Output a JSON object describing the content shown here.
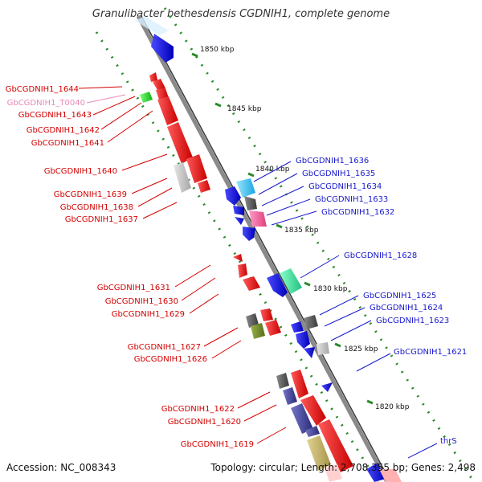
{
  "title": "Granulibacter bethesdensis CGDNIH1, complete genome",
  "footer": {
    "accession": "Accession: NC_008343",
    "topology": "Topology: circular; Length: 2,708,355 bp; Genes: 2,498"
  },
  "scale_labels": [
    "1850 kbp",
    "1845 kbp",
    "1840 kbp",
    "1835 kbp",
    "1830 kbp",
    "1825 kbp",
    "1820 kbp"
  ],
  "left_labels": [
    {
      "text": "GbCGDNIH1_1644",
      "color": "#d40000"
    },
    {
      "text": "GbCGDNIH1_T0040",
      "color": "#e88ab8"
    },
    {
      "text": "GbCGDNIH1_1643",
      "color": "#d40000"
    },
    {
      "text": "GbCGDNIH1_1642",
      "color": "#d40000"
    },
    {
      "text": "GbCGDNIH1_1641",
      "color": "#d40000"
    },
    {
      "text": "GbCGDNIH1_1640",
      "color": "#d40000"
    },
    {
      "text": "GbCGDNIH1_1639",
      "color": "#d40000"
    },
    {
      "text": "GbCGDNIH1_1638",
      "color": "#d40000"
    },
    {
      "text": "GbCGDNIH1_1637",
      "color": "#d40000"
    },
    {
      "text": "GbCGDNIH1_1631",
      "color": "#d40000"
    },
    {
      "text": "GbCGDNIH1_1630",
      "color": "#d40000"
    },
    {
      "text": "GbCGDNIH1_1629",
      "color": "#d40000"
    },
    {
      "text": "GbCGDNIH1_1627",
      "color": "#d40000"
    },
    {
      "text": "GbCGDNIH1_1626",
      "color": "#d40000"
    },
    {
      "text": "GbCGDNIH1_1622",
      "color": "#d40000"
    },
    {
      "text": "GbCGDNIH1_1620",
      "color": "#d40000"
    },
    {
      "text": "GbCGDNIH1_1619",
      "color": "#d40000"
    }
  ],
  "right_labels": [
    {
      "text": "GbCGDNIH1_1636",
      "color": "#1a1acc"
    },
    {
      "text": "GbCGDNIH1_1635",
      "color": "#1a1acc"
    },
    {
      "text": "GbCGDNIH1_1634",
      "color": "#1a1acc"
    },
    {
      "text": "GbCGDNIH1_1633",
      "color": "#1a1acc"
    },
    {
      "text": "GbCGDNIH1_1632",
      "color": "#1a1acc"
    },
    {
      "text": "GbCGDNIH1_1628",
      "color": "#1a1acc"
    },
    {
      "text": "GbCGDNIH1_1625",
      "color": "#1a1acc"
    },
    {
      "text": "GbCGDNIH1_1624",
      "color": "#1a1acc"
    },
    {
      "text": "GbCGDNIH1_1623",
      "color": "#1a1acc"
    },
    {
      "text": "GbCGDNIH1_1621",
      "color": "#1a1acc"
    },
    {
      "text": "thrS",
      "color": "#1a1acc"
    }
  ],
  "colors": {
    "forward_cds": "#e8161e",
    "reverse_cds": "#1212dd",
    "trna": "#2ec12e",
    "backbone": "#7a7a7a",
    "tick": "#2a8a2a"
  }
}
